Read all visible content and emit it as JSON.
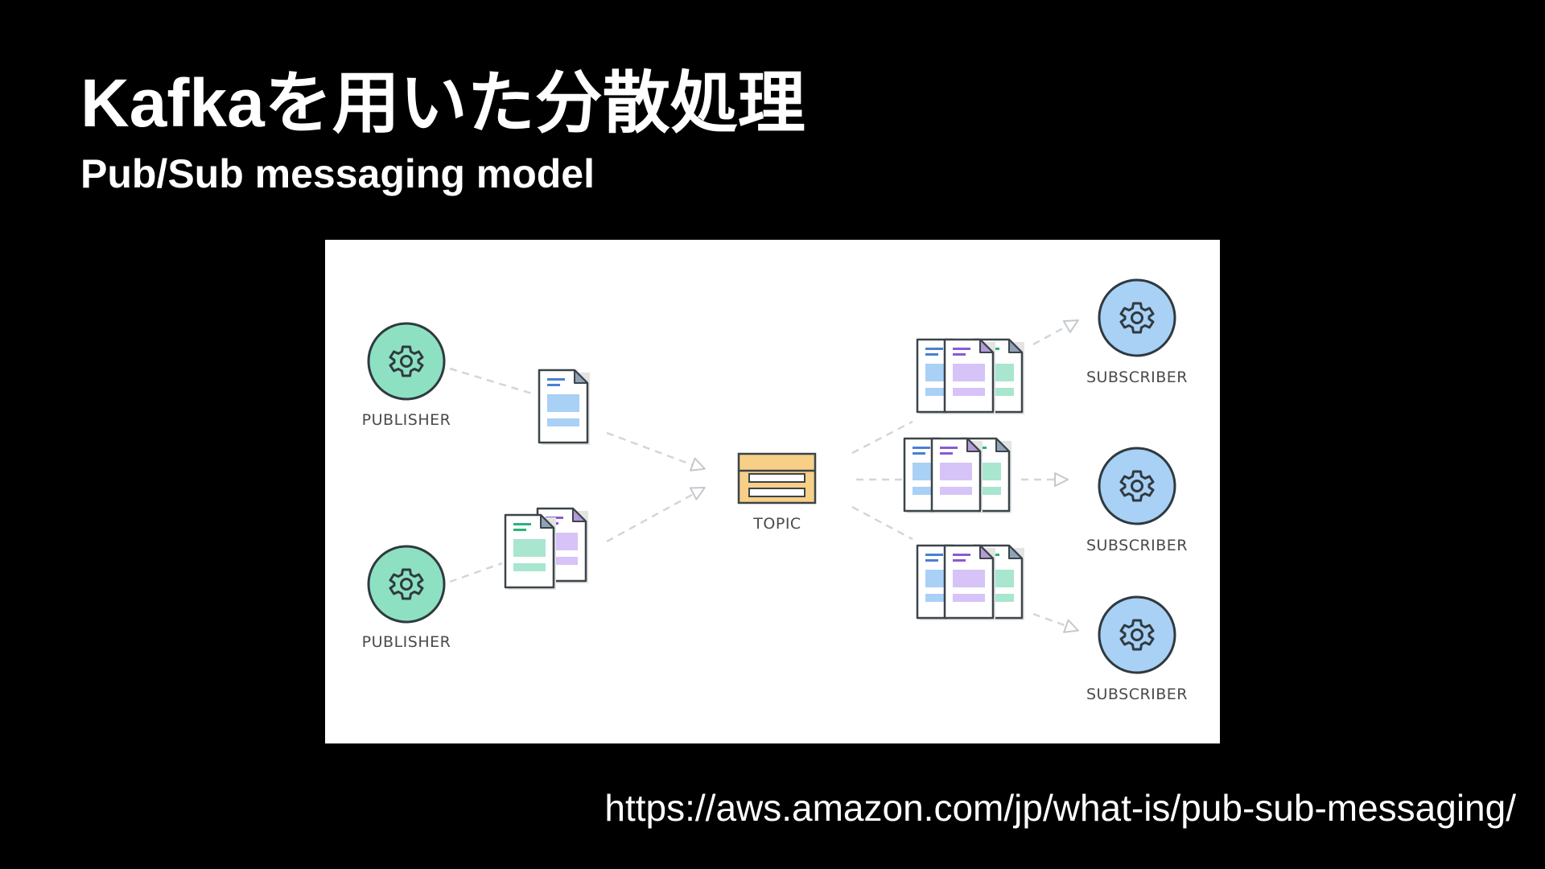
{
  "slide": {
    "title": "Kafkaを用いた分散処理",
    "subtitle": "Pub/Sub messaging model",
    "source_url": "https://aws.amazon.com/jp/what-is/pub-sub-messaging/"
  },
  "diagram": {
    "publishers": [
      {
        "label": "PUBLISHER",
        "icon": "gear-icon",
        "color": "#8ee0c2"
      },
      {
        "label": "PUBLISHER",
        "icon": "gear-icon",
        "color": "#8ee0c2"
      }
    ],
    "topic": {
      "label": "TOPIC",
      "icon": "topic-queue-icon",
      "color": "#f7cf87"
    },
    "subscribers": [
      {
        "label": "SUBSCRIBER",
        "icon": "gear-icon",
        "color": "#a9d0f5"
      },
      {
        "label": "SUBSCRIBER",
        "icon": "gear-icon",
        "color": "#a9d0f5"
      },
      {
        "label": "SUBSCRIBER",
        "icon": "gear-icon",
        "color": "#a9d0f5"
      }
    ],
    "message_colors": {
      "blue": "#a9d0f5",
      "green": "#a8e6cf",
      "purple": "#d6c3f7"
    }
  }
}
